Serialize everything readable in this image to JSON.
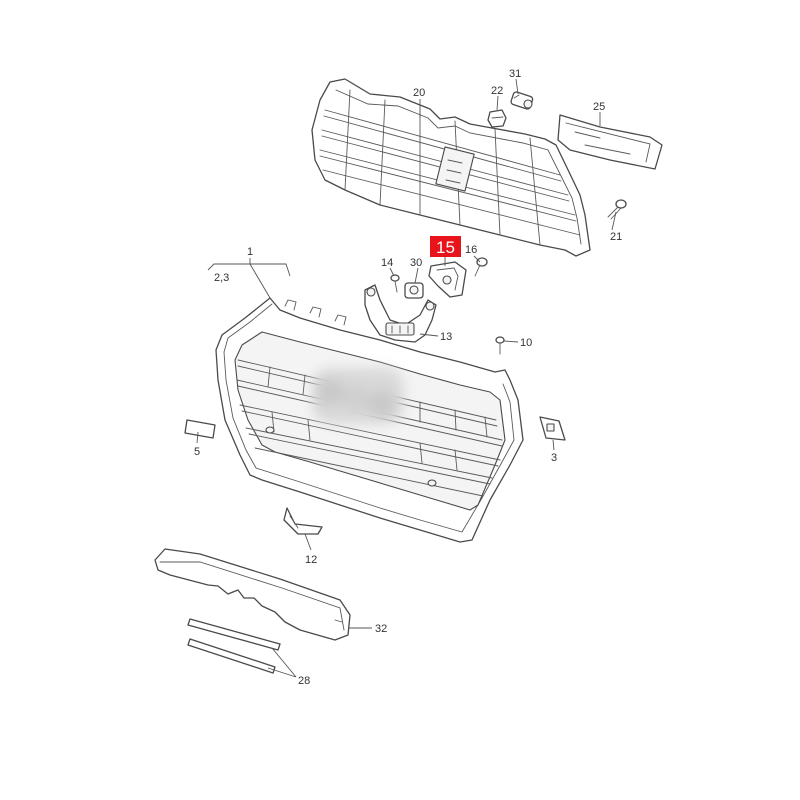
{
  "callouts": {
    "p1": "1",
    "p2_3": "2,3",
    "p3": "3",
    "p5": "5",
    "p10": "10",
    "p12": "12",
    "p13": "13",
    "p14": "14",
    "p15": "15",
    "p16": "16",
    "p20": "20",
    "p21": "21",
    "p22": "22",
    "p25": "25",
    "p28": "28",
    "p30": "30",
    "p31": "31",
    "p32": "32"
  },
  "colors": {
    "highlight": "#e8141c",
    "line": "#4a4a4a"
  }
}
